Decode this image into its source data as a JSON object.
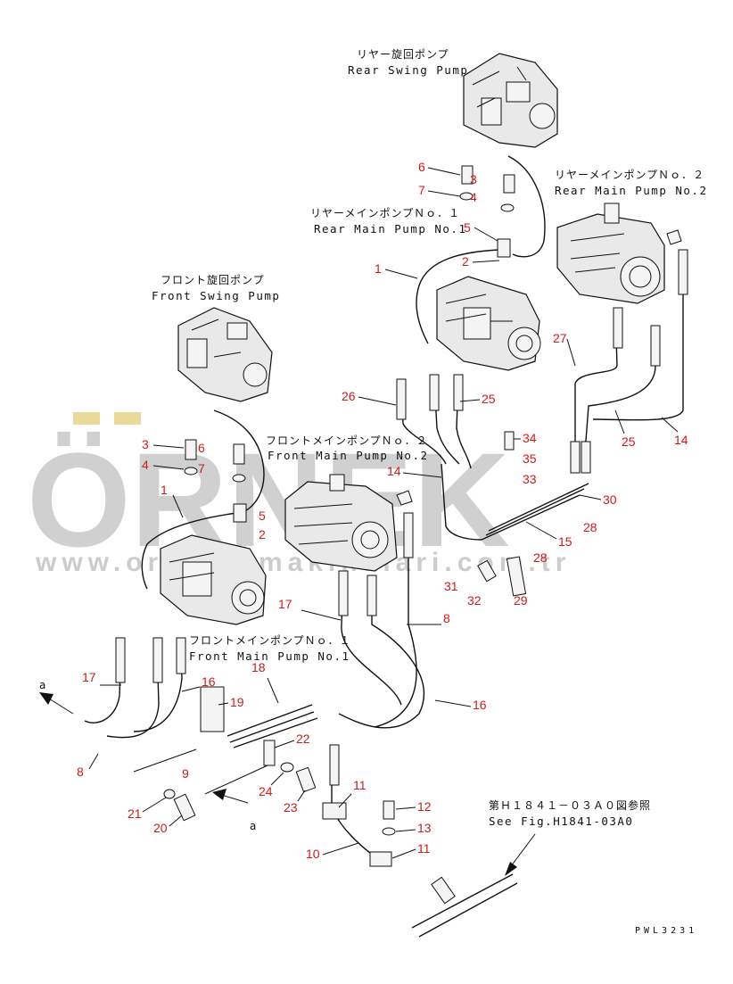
{
  "titles": {
    "rear_swing_jp": "リヤー旋回ポンプ",
    "rear_swing_en": "Rear Swing Pump",
    "rear_main2_jp": "リヤーメインポンプＮｏ．２",
    "rear_main2_en": "Rear Main Pump No.2",
    "rear_main1_jp": "リヤーメインポンプＮｏ．１",
    "rear_main1_en": "Rear Main Pump No.1",
    "front_swing_jp": "フロント旋回ポンプ",
    "front_swing_en": "Front Swing Pump",
    "front_main2_jp": "フロントメインポンプＮｏ．２",
    "front_main2_en": "Front Main Pump No.2",
    "front_main1_jp": "フロントメインポンプＮｏ．１",
    "front_main1_en": "Front Main Pump No.1",
    "see_fig_jp": "第Ｈ１８４１－０３Ａ０図参照",
    "see_fig_en": "See Fig.H1841-03A0"
  },
  "arrow_labels": {
    "a_left": "a",
    "a_bottom": "a"
  },
  "part_numbers": {
    "p1": "6",
    "p2": "3",
    "p3": "7",
    "p4": "4",
    "p5": "5",
    "p6": "1",
    "p7": "2",
    "p8": "27",
    "p9": "26",
    "p10": "25",
    "p11": "25",
    "p12": "14",
    "p13": "34",
    "p14": "35",
    "p15": "33",
    "p16": "14",
    "p17": "30",
    "p18": "28",
    "p19": "15",
    "p20": "28",
    "p21": "31",
    "p22": "32",
    "p23": "29",
    "p24": "3",
    "p25": "6",
    "p26": "4",
    "p27": "7",
    "p28": "1",
    "p29": "5",
    "p30": "2",
    "p31": "17",
    "p32": "8",
    "p33": "18",
    "p34": "17",
    "p35": "16",
    "p36": "19",
    "p37": "16",
    "p38": "8",
    "p39": "22",
    "p40": "9",
    "p41": "24",
    "p42": "23",
    "p43": "21",
    "p44": "20",
    "p45": "11",
    "p46": "12",
    "p47": "13",
    "p48": "11",
    "p49": "10"
  },
  "watermark": {
    "logo": "ÖRNEK",
    "url": "www.ornekismakinalari.com.tr"
  },
  "ref_code": "PWL3231"
}
